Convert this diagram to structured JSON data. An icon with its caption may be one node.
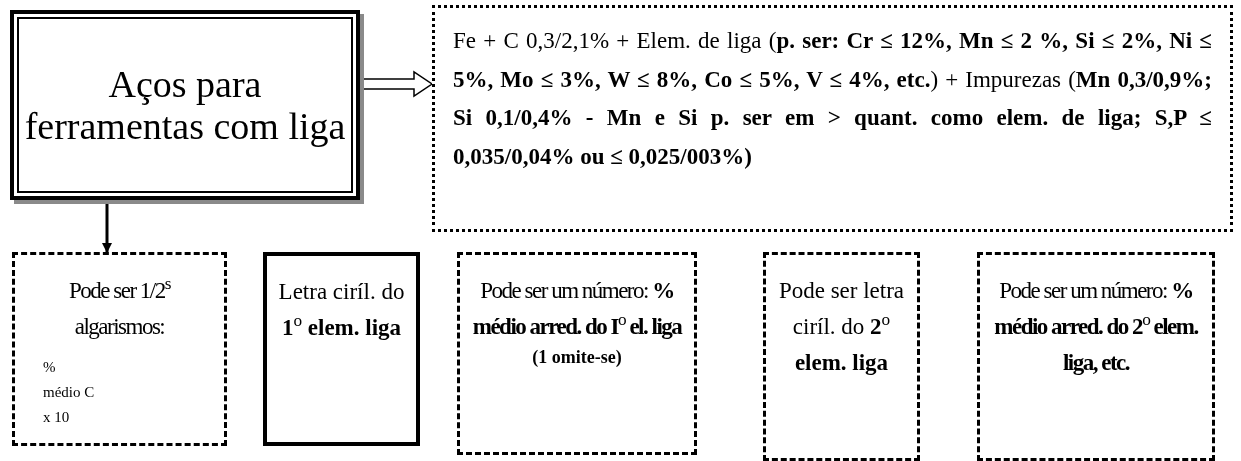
{
  "diagram": {
    "nodes": [
      {
        "text": [
          "Aços para ferramentas com liga"
        ]
      },
      {
        "text": [
          "Fe + C 0,3/2,1% + Elem. de liga (**p. ser: Cr ≤ 12%, Mn ≤ 2 %, Si ≤ 2%, Ni ≤ 5%, Mo ≤ 3%, W ≤ 8%, Co ≤ 5%, V ≤ 4%, etc.**) + Impurezas (**Mn 0,3/0,9%; Si 0,1/0,4% - Mn e Si p. ser em > quant. como elem. de liga; S,P ≤ 0,035/0,04% ou ≤ 0,025/003%)**"
        ]
      },
      {
        "text": [
          "Pode ser 1/2$^{s}$ algarismos:",
          "% médio C x 10"
        ]
      },
      {
        "text": [
          "Letra ciríl. do **1**$^{o}$ **elem. liga**"
        ]
      },
      {
        "text": [
          "Pode ser um número: **% médio arred. do I**$^{o}$ **el. liga**",
          "(1 omite-se)"
        ]
      },
      {
        "text": [
          "Pode ser letra ciríl. do **2**$^{o}$ **elem. liga**"
        ]
      },
      {
        "text": [
          "Pode ser um número: **% médio arred. do 2**$^{o}$ **elem. liga, etc.**"
        ]
      }
    ],
    "edges": [
      {
        "from": 0,
        "to": 1,
        "arrow": "to",
        "style": "thick"
      },
      {
        "from": 0,
        "to": 2,
        "arrow": "to"
      }
    ]
  }
}
